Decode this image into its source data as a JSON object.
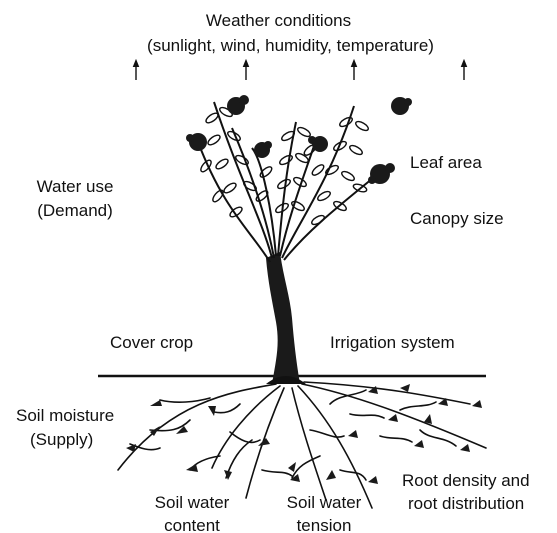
{
  "diagram": {
    "weather": {
      "title": "Weather conditions",
      "detail": "(sunlight, wind, humidity, temperature)"
    },
    "water_use": {
      "line1": "Water use",
      "line2": "(Demand)"
    },
    "leaf_area": "Leaf area",
    "canopy_size": "Canopy size",
    "cover_crop": "Cover crop",
    "irrigation_system": "Irrigation system",
    "soil_moisture": {
      "line1": "Soil moisture",
      "line2": "(Supply)"
    },
    "soil_water_content": {
      "line1": "Soil water",
      "line2": "content"
    },
    "soil_water_tension": {
      "line1": "Soil water",
      "line2": "tension"
    },
    "root_density": {
      "line1": "Root density and",
      "line2": "root distribution"
    }
  }
}
